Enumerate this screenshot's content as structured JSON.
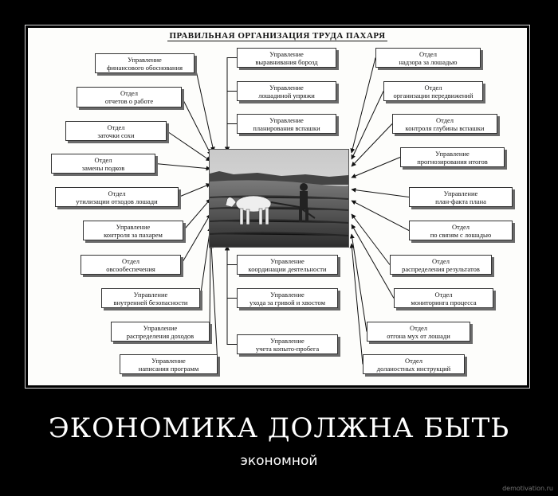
{
  "poster": {
    "title": "ПРАВИЛЬНАЯ  ОРГАНИЗАЦИЯ  ТРУДА  ПАХАРЯ",
    "nodes": [
      {
        "lines": [
          "Управление",
          "финансового обоснования"
        ]
      },
      {
        "lines": [
          "Отдел",
          "отчетов о работе"
        ]
      },
      {
        "lines": [
          "Отдел",
          "заточки сохи"
        ]
      },
      {
        "lines": [
          "Отдел",
          "замены подков"
        ]
      },
      {
        "lines": [
          "Отдел",
          "утилизации отходов лошади"
        ]
      },
      {
        "lines": [
          "Управление",
          "контроля за пахарем"
        ]
      },
      {
        "lines": [
          "Отдел",
          "овсообеспечения"
        ]
      },
      {
        "lines": [
          "Управление",
          "внутренней безопасности"
        ]
      },
      {
        "lines": [
          "Управление",
          "распределения доходов"
        ]
      },
      {
        "lines": [
          "Управление",
          "написания программ"
        ]
      },
      {
        "lines": [
          "Управление",
          "выравнивания борозд"
        ]
      },
      {
        "lines": [
          "Управление",
          "лошадиной упряжи"
        ]
      },
      {
        "lines": [
          "Управление",
          "планирования вспашки"
        ]
      },
      {
        "lines": [
          "Управление",
          "координации деятельности"
        ]
      },
      {
        "lines": [
          "Управление",
          "ухода за гривой и хвостом"
        ]
      },
      {
        "lines": [
          "Управление",
          "учета копыто-пробега"
        ]
      },
      {
        "lines": [
          "Отдел",
          "надзора за лошадью"
        ]
      },
      {
        "lines": [
          "Отдел",
          "организации передвижений"
        ]
      },
      {
        "lines": [
          "Отдел",
          "контроля глубины вспашки"
        ]
      },
      {
        "lines": [
          "Управление",
          "прогнозирования итогов"
        ]
      },
      {
        "lines": [
          "Управление",
          "план-факта плана"
        ]
      },
      {
        "lines": [
          "Отдел",
          "по связям с лошадью"
        ]
      },
      {
        "lines": [
          "Отдел",
          "распределения результатов"
        ]
      },
      {
        "lines": [
          "Отдел",
          "мониторинга процесса"
        ]
      },
      {
        "lines": [
          "Отдел",
          "отгона мух от лошади"
        ]
      },
      {
        "lines": [
          "Отдел",
          "доланостных инструкций"
        ]
      }
    ]
  },
  "caption": {
    "main": "ЭКОНОМИКА ДОЛЖНА БЫТЬ",
    "sub": "экономной"
  },
  "watermark": "demotivation.ru"
}
